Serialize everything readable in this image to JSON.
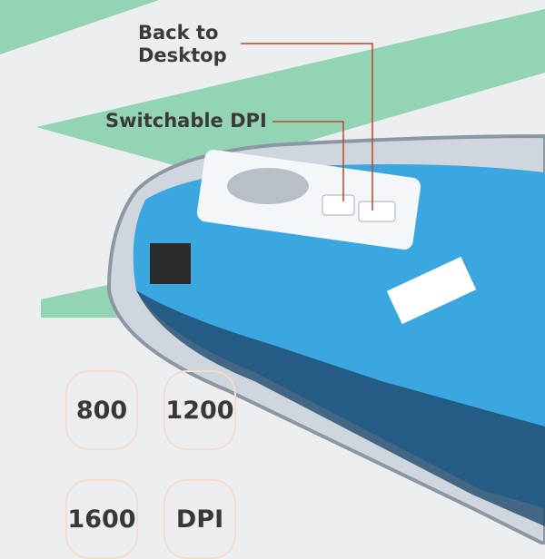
{
  "callouts": {
    "back_to_desktop_line1": "Back  to",
    "back_to_desktop_line2": "Desktop",
    "switchable_dpi": "Switchable DPI"
  },
  "dpi_options": [
    "800",
    "1200",
    "1600",
    "DPI"
  ],
  "colors": {
    "accent_green": "#93d4b5",
    "mouse_blue": "#3aa7e0",
    "callout_line": "#c0452a"
  }
}
